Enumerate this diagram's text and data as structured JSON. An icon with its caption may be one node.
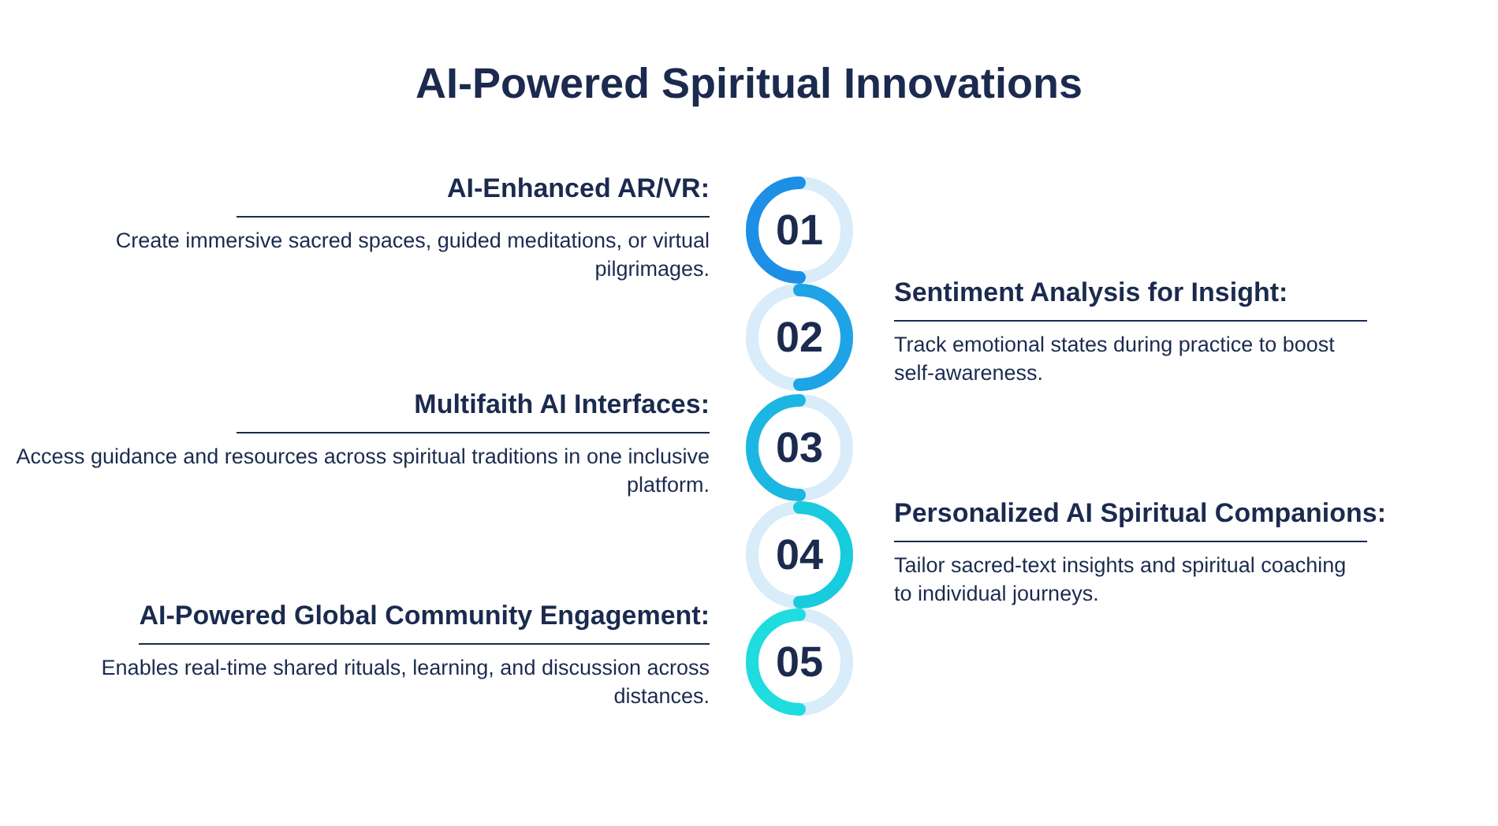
{
  "diagram": {
    "title": "AI-Powered Spiritual Innovations",
    "nodes": [
      {
        "text": [
          "01"
        ],
        "beside": [
          "AI-Enhanced AR/VR:",
          "Create immersive sacred spaces, guided meditations, or virtual pilgrimages."
        ]
      },
      {
        "text": [
          "02"
        ],
        "beside": [
          "Sentiment Analysis for Insight:",
          "Track emotional states during practice to boost self-awareness."
        ]
      },
      {
        "text": [
          "03"
        ],
        "beside": [
          "Multifaith AI Interfaces:",
          "Access guidance and resources across spiritual traditions in one inclusive platform."
        ]
      },
      {
        "text": [
          "04"
        ],
        "beside": [
          "Personalized AI Spiritual Companions:",
          "Tailor sacred-text insights and spiritual coaching to individual journeys."
        ]
      },
      {
        "text": [
          "05"
        ],
        "beside": [
          "AI-Powered Global Community Engagement:",
          "Enables real-time shared rituals, learning, and discussion across distances."
        ]
      }
    ]
  }
}
